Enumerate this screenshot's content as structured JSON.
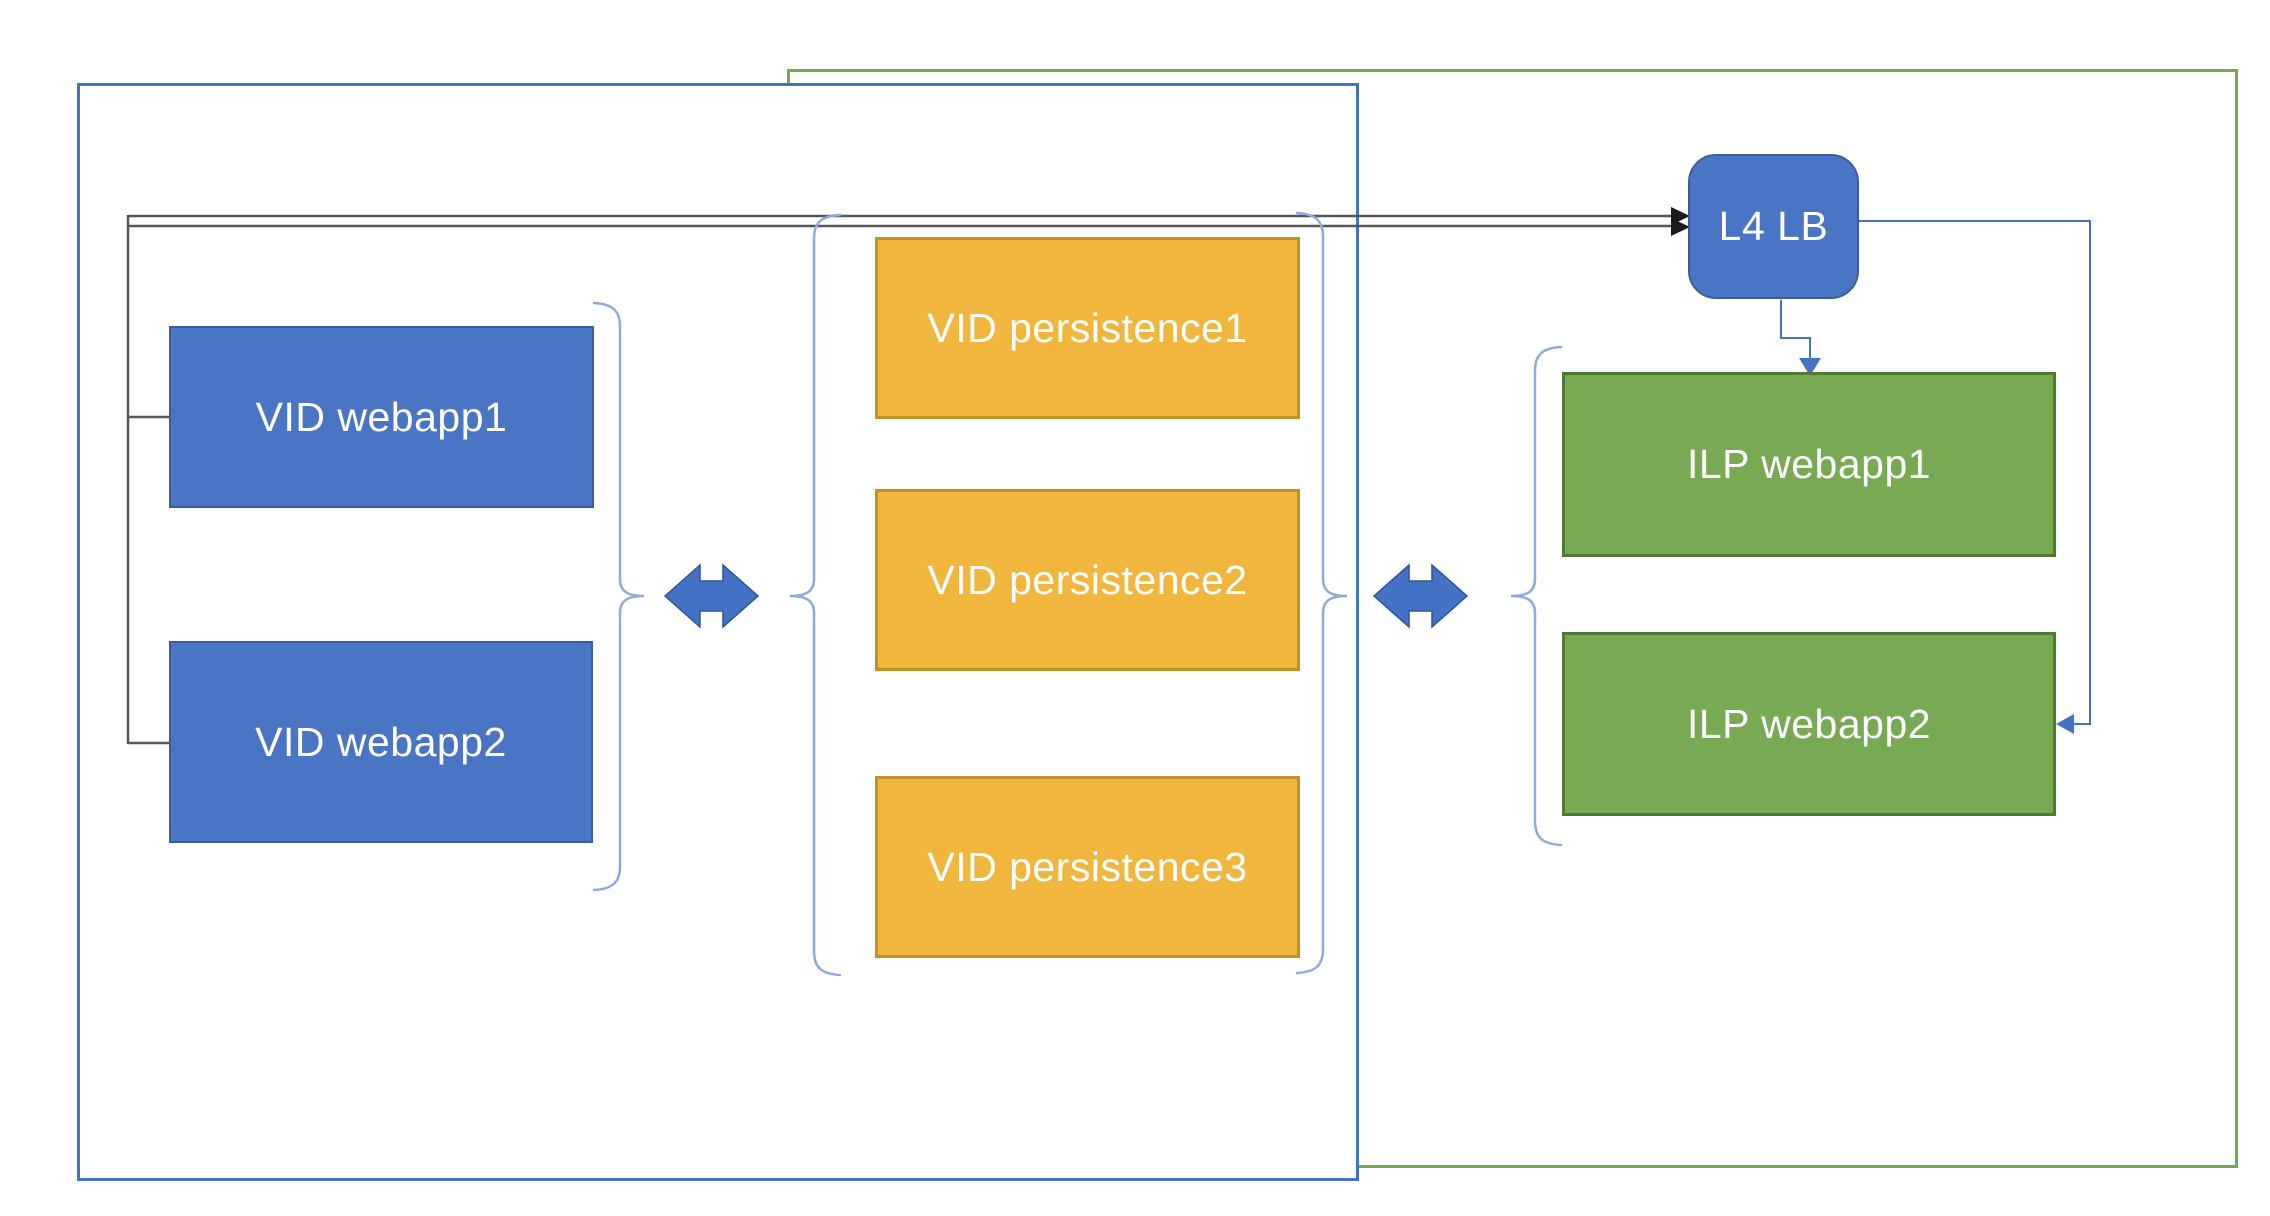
{
  "diagram_type": "architecture-diagram",
  "nodes": {
    "vid_webapp1": {
      "label": "VID webapp1",
      "fill": "#4A74C4"
    },
    "vid_webapp2": {
      "label": "VID webapp2",
      "fill": "#4A74C4"
    },
    "vid_persistence1": {
      "label": "VID persistence1",
      "fill": "#F0B63E"
    },
    "vid_persistence2": {
      "label": "VID persistence2",
      "fill": "#F0B63E"
    },
    "vid_persistence3": {
      "label": "VID persistence3",
      "fill": "#F0B63E"
    },
    "l4_lb": {
      "label": "L4 LB",
      "fill": "#4A74C4"
    },
    "ilp_webapp1": {
      "label": "ILP webapp1",
      "fill": "#78A953"
    },
    "ilp_webapp2": {
      "label": "ILP webapp2",
      "fill": "#78A953"
    }
  },
  "edges": [
    {
      "from": "vid_webapp1",
      "to": "l4_lb",
      "style": "gray-line-black-arrow"
    },
    {
      "from": "vid_webapp2",
      "to": "l4_lb",
      "style": "gray-line-black-arrow"
    },
    {
      "from": "l4_lb",
      "to": "ilp_webapp1",
      "style": "blue-elbow-arrow"
    },
    {
      "from": "l4_lb",
      "to": "ilp_webapp2",
      "style": "blue-elbow-arrow"
    },
    {
      "from": "vid_webapp_group",
      "to": "vid_persistence_group",
      "style": "double-headed-arrow"
    },
    {
      "from": "vid_persistence_group",
      "to": "ilp_webapp_group",
      "style": "double-headed-arrow"
    }
  ],
  "colors": {
    "node_blue_fill": "#4A74C4",
    "node_blue_border": "#3A5D9F",
    "node_orange_fill": "#F0B63E",
    "node_orange_border": "#C2922A",
    "node_green_fill": "#78A953",
    "node_green_border": "#4F7A31",
    "container_blue": "#4472C4",
    "container_green": "#74A94C",
    "brace": "#8FAADC",
    "connector_gray": "#575757",
    "arrow_black": "#1B1B1B",
    "connector_blue": "#4472C4",
    "double_arrow_fill": "#4472C4",
    "double_arrow_border": "#2F5597",
    "label_text": "#FFFFFF"
  }
}
